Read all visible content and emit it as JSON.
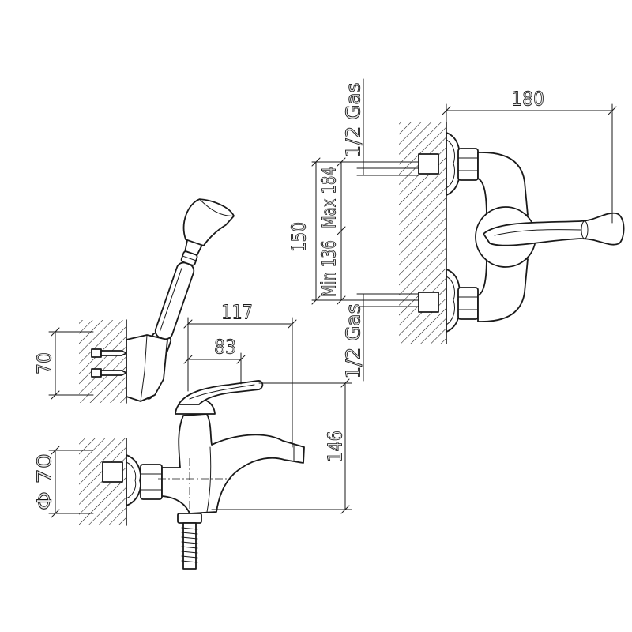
{
  "labels": {
    "front_width": "180",
    "front_top_thread": "1/2 Gas",
    "front_max": "Max 184",
    "front_center": "150",
    "front_min": "Min 136",
    "front_bottom_thread": "1/2 Gas",
    "side_depth_total": "117",
    "side_depth_spout": "83",
    "side_holder_height": "70",
    "side_height": "146",
    "side_rosette_diameter": "Φ 70"
  },
  "colors": {
    "line": "#1a1a1a",
    "background": "#ffffff",
    "text_fill": "#e6e6e6"
  }
}
